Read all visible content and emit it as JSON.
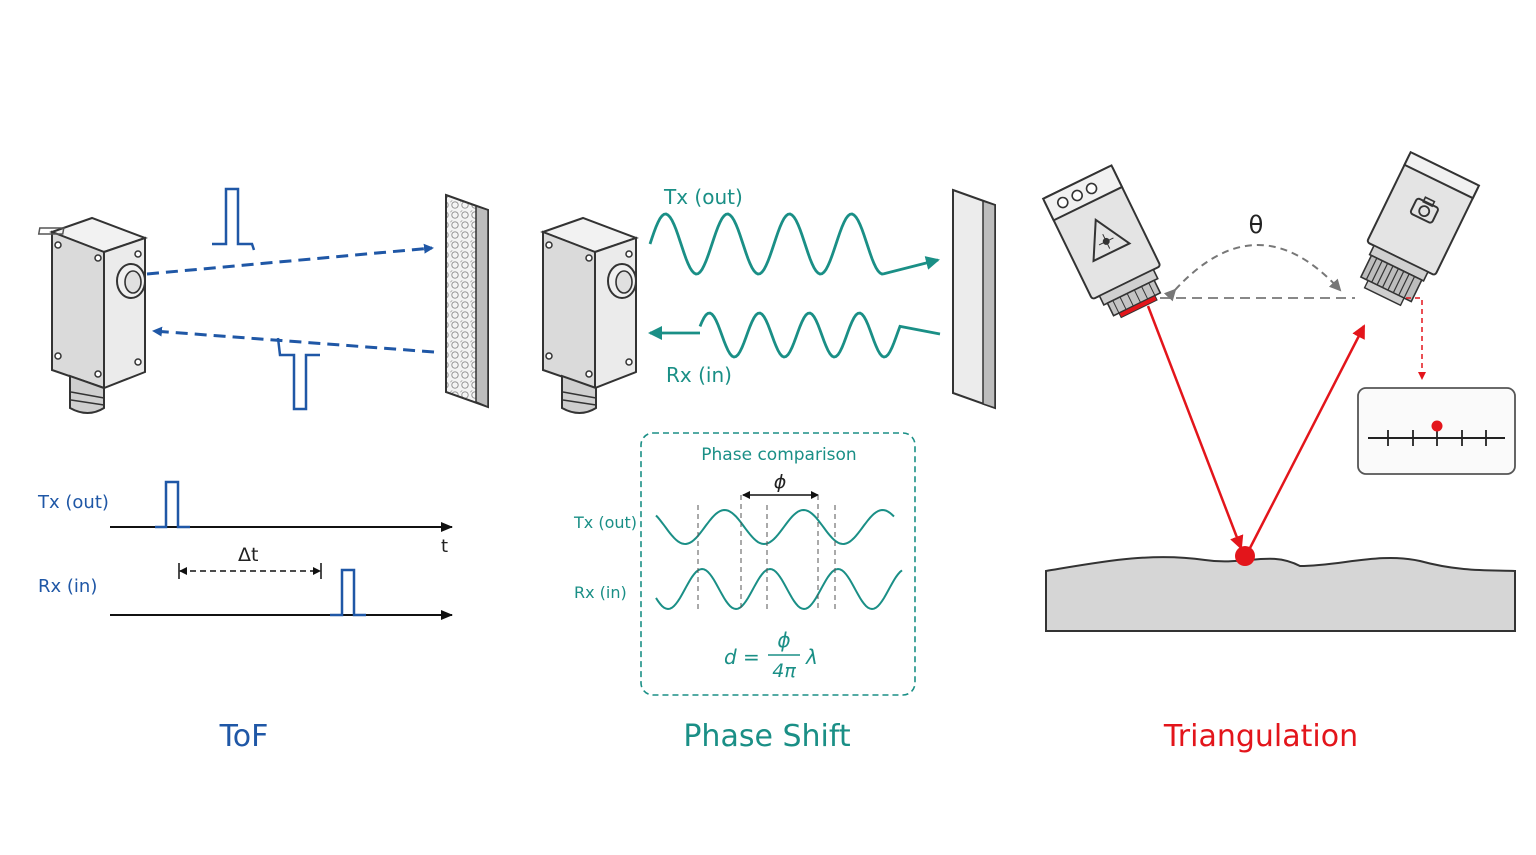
{
  "colors": {
    "tof": "#1f57a6",
    "phase": "#1a8f86",
    "triangulation": "#e3151b",
    "device_body": "#e4e4e4",
    "outline": "#333333",
    "surface": "#d6d6d6"
  },
  "tof": {
    "title": "ToF",
    "tx_label": "Tx (out)",
    "rx_label": "Rx (in)",
    "delta_label": "Δt",
    "time_label": "t"
  },
  "phase": {
    "title": "Phase Shift",
    "tx_wave_label": "Tx (out)",
    "rx_wave_label": "Rx (in)",
    "box_title": "Phase comparison",
    "box_tx_label": "Tx (out)",
    "box_rx_label": "Rx (in)",
    "phi_label": "ϕ",
    "formula_lhs": "d =",
    "formula_num": "ϕ",
    "formula_den": "4π",
    "formula_rhs": "λ"
  },
  "triangulation": {
    "title": "Triangulation",
    "angle_label": "θ",
    "icons": [
      "laser-icon",
      "camera-icon"
    ]
  }
}
